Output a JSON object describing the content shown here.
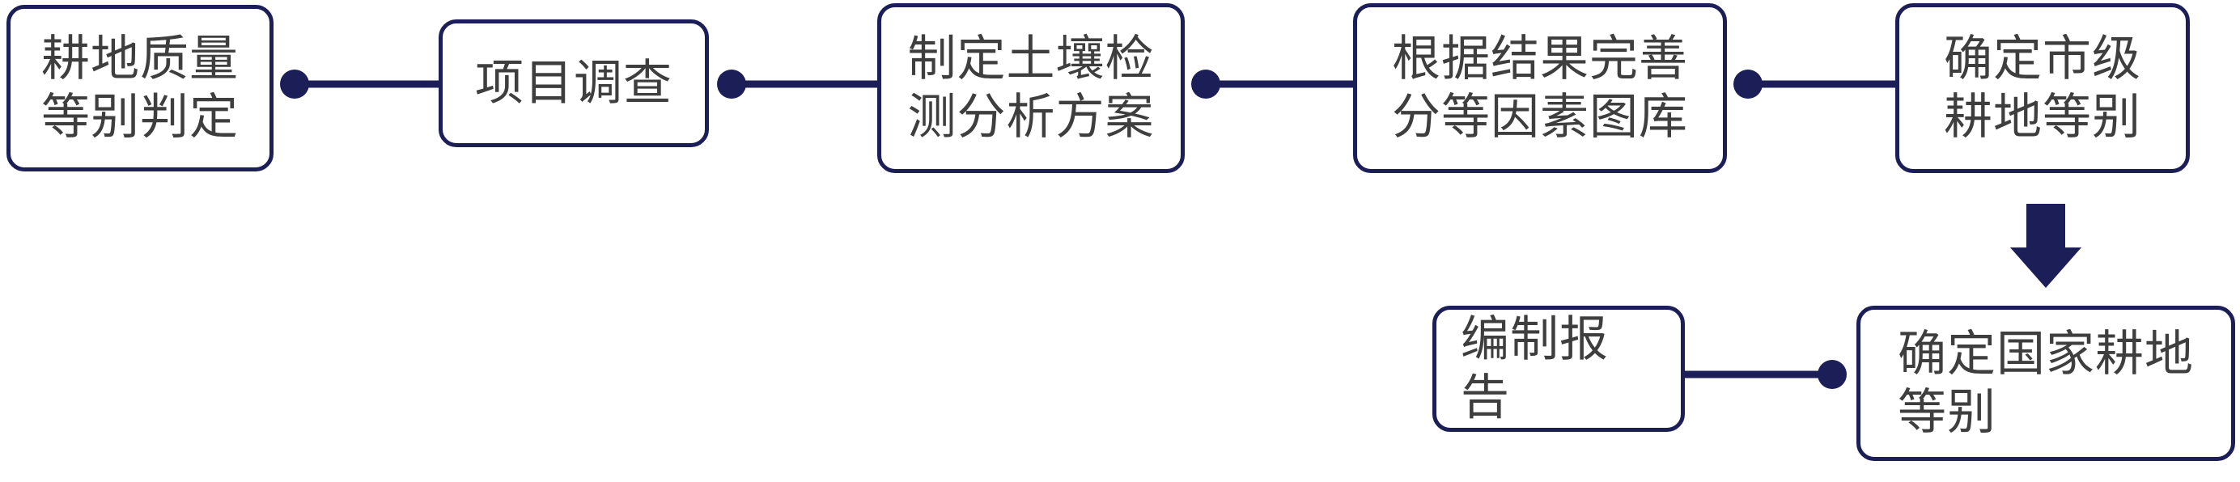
{
  "colors": {
    "box_border": "#1c1f57",
    "connector": "#1c1f57",
    "text": "#3e3e3e",
    "background": "#ffffff"
  },
  "steps": [
    {
      "id": "step-1",
      "label": "耕地质量\n等别判定"
    },
    {
      "id": "step-2",
      "label": "项目调查"
    },
    {
      "id": "step-3",
      "label": "制定土壤检\n测分析方案"
    },
    {
      "id": "step-4",
      "label": "根据结果完善\n分等因素图库"
    },
    {
      "id": "step-5",
      "label": "确定市级\n耕地等别"
    },
    {
      "id": "step-6",
      "label": "确定国家耕地\n等别"
    },
    {
      "id": "step-7",
      "label": "编制报告"
    }
  ]
}
